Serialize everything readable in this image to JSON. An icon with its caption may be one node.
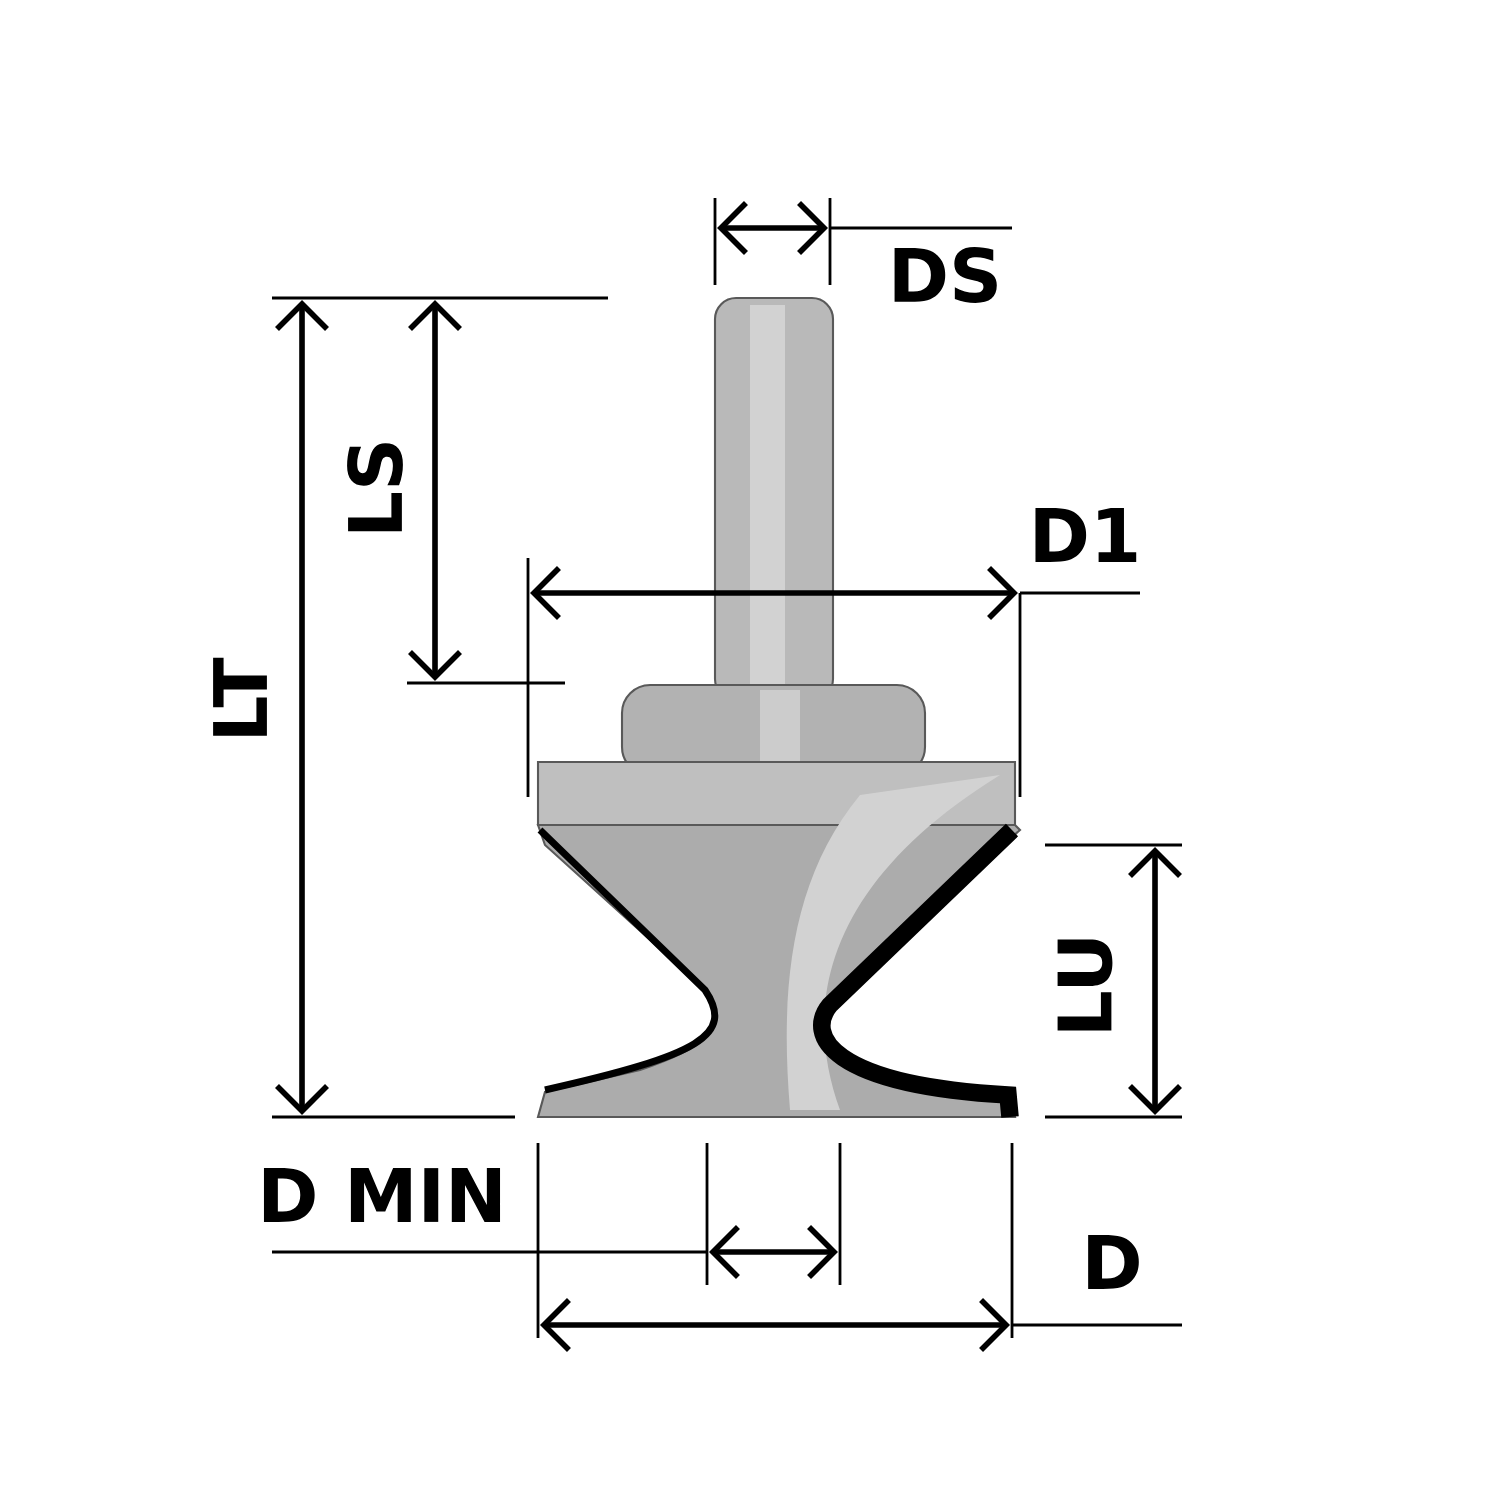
{
  "diagram": {
    "labels": [
      "DS",
      "LS",
      "D1",
      "LT",
      "LU",
      "D MIN",
      "D"
    ]
  }
}
